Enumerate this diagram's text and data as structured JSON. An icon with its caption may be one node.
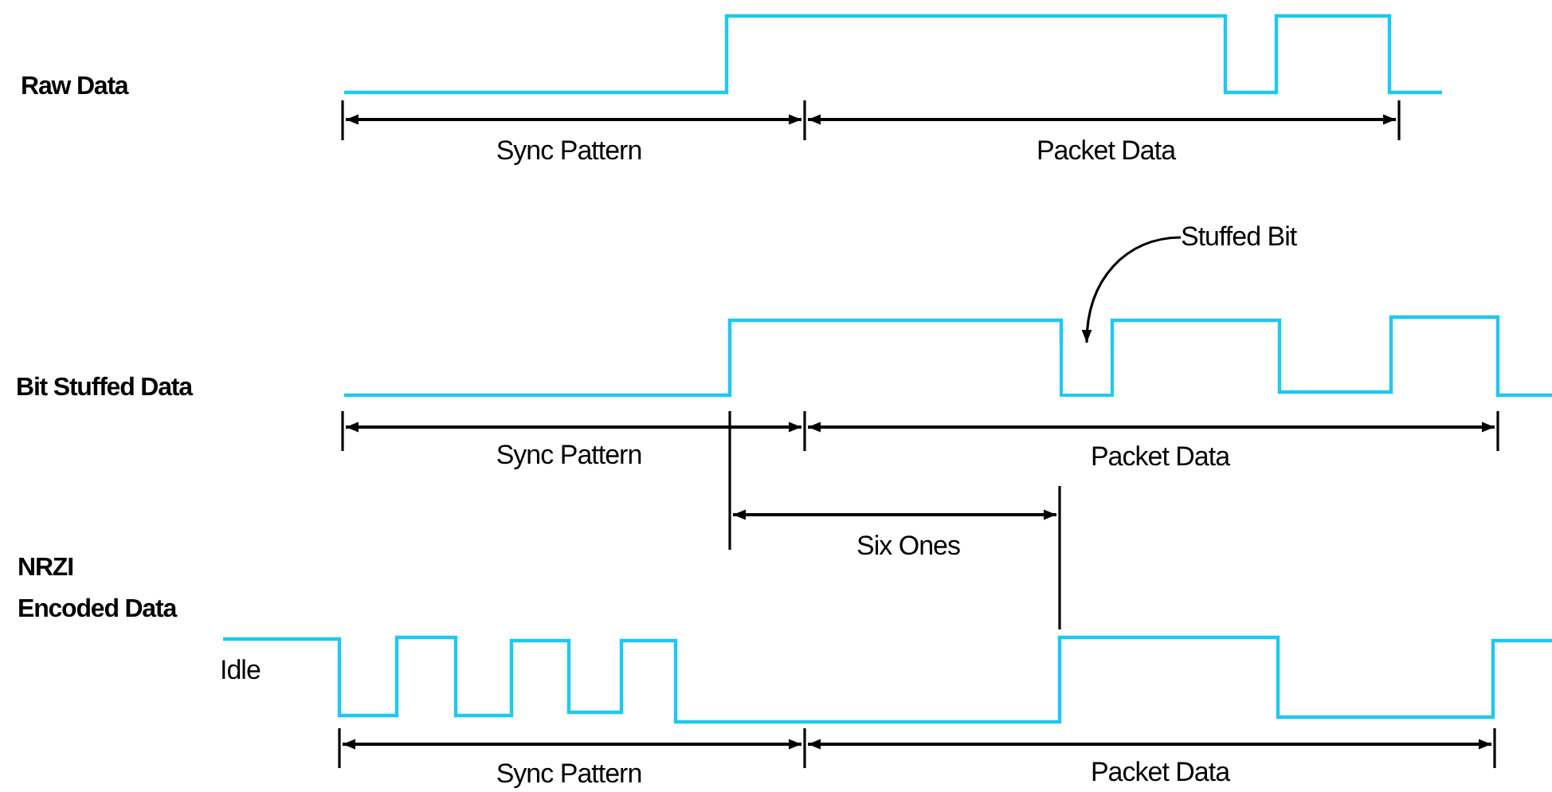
{
  "diagram": {
    "nodes": [
      {
        "text": [
          "Stuffed Bit"
        ]
      },
      {
        "text": [],
        "shape": "bar"
      }
    ],
    "edges": [
      {
        "from": 0,
        "to": 1,
        "arrow": "to"
      }
    ],
    "labels": [
      "Raw Data",
      "Sync Pattern",
      "Packet Data",
      "Bit Stuffed Data",
      "Sync Pattern",
      "Packet Data",
      "Six Ones",
      "NRZI Encoded Data",
      "Idle",
      "Sync Pattern",
      "Packet Data"
    ]
  }
}
